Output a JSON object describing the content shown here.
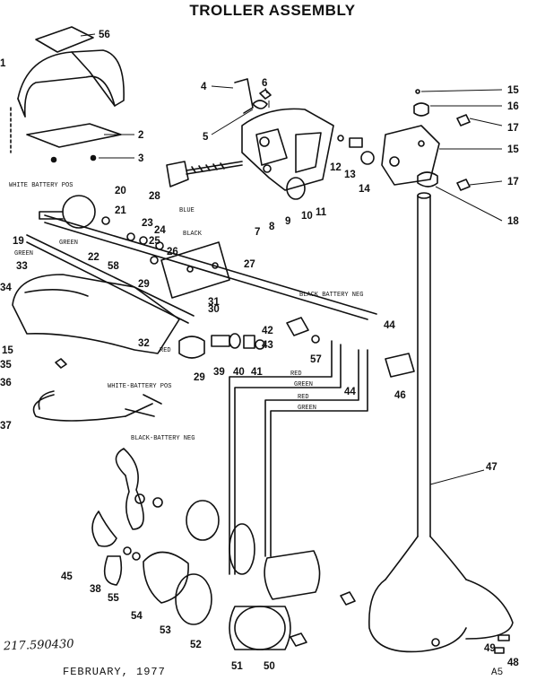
{
  "title": "TROLLER ASSEMBLY",
  "footer": {
    "date": "FEBRUARY, 1977",
    "part_code": "217.590430",
    "page_ref": "A5"
  },
  "part_numbers": [
    "1",
    "2",
    "3",
    "4",
    "5",
    "6",
    "7",
    "8",
    "9",
    "10",
    "11",
    "12",
    "13",
    "14",
    "15",
    "16",
    "17",
    "18",
    "19",
    "20",
    "21",
    "22",
    "23",
    "24",
    "25",
    "26",
    "27",
    "28",
    "29",
    "30",
    "31",
    "32",
    "33",
    "34",
    "35",
    "36",
    "37",
    "38",
    "39",
    "40",
    "41",
    "42",
    "43",
    "44",
    "45",
    "46",
    "47",
    "48",
    "49",
    "50",
    "51",
    "52",
    "53",
    "54",
    "55",
    "56",
    "57",
    "58"
  ],
  "wire_labels": {
    "white_battery_pos_top": "WHITE BATTERY POS",
    "green_left": "GREEN",
    "green_mid": "GREEN",
    "blue": "BLUE",
    "black": "BLACK",
    "black_battery_neg": "BLACK BATTERY NEG",
    "red_39": "RED",
    "red_1": "RED",
    "green_1": "GREEN",
    "red_2": "RED",
    "green_2": "GREEN",
    "white_battery_pos_cord": "WHITE-BATTERY POS",
    "black_battery_neg_cord": "BLACK-BATTERY NEG"
  }
}
